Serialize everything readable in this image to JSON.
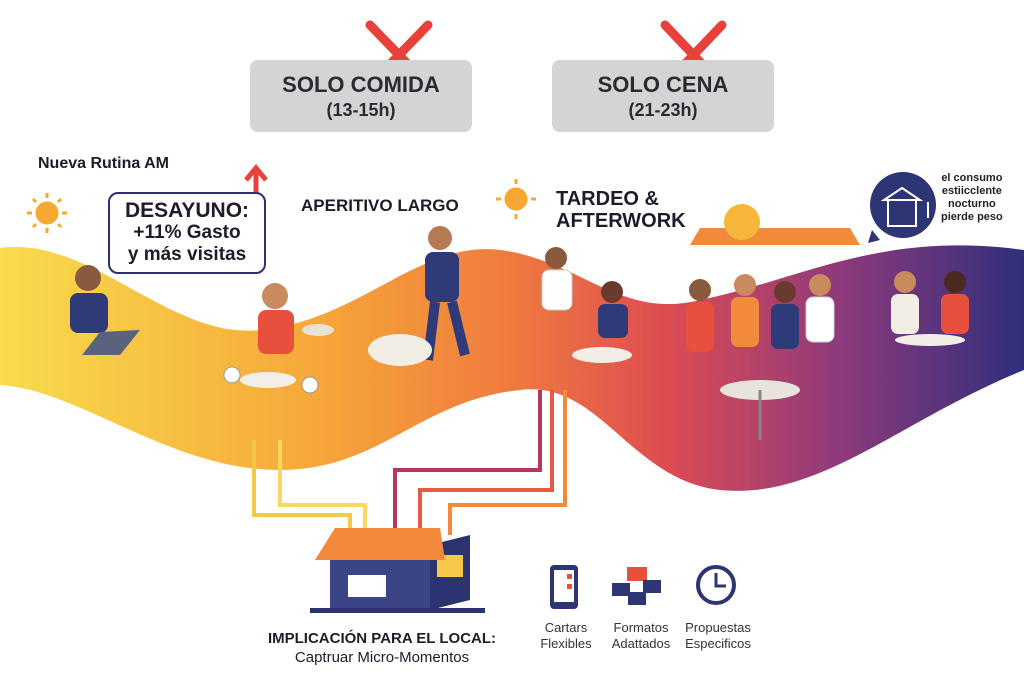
{
  "top_boxes": [
    {
      "title": "SOLO COMIDA",
      "hours": "(13-15h)"
    },
    {
      "title": "SOLO CENA",
      "hours": "(21-23h)"
    }
  ],
  "labels": {
    "morning": "Nueva Rutina AM",
    "aperitivo": "APERITIVO LARGO",
    "tardeo_line1": "TARDEO &",
    "tardeo_line2": "AFTERWORK"
  },
  "desayuno": {
    "line1": "DESAYUNO:",
    "line2": "+11% Gasto",
    "line3": "y más visitas"
  },
  "night_note": {
    "line1": "el consumo",
    "line2": "estiicclente",
    "line3": "nocturno",
    "line4": "pierde peso"
  },
  "implication": {
    "title": "IMPLICACIÓN PARA EL LOCAL:",
    "subtitle": "Captruar Micro-Momentos"
  },
  "features": [
    {
      "icon": "tablet-menu-icon",
      "line1": "Cartars",
      "line2": "Flexibles"
    },
    {
      "icon": "boxes-icon",
      "line1": "Formatos",
      "line2": "Adattados"
    },
    {
      "icon": "clock-icon",
      "line1": "Propuestas",
      "line2": "Especificos"
    }
  ],
  "colors": {
    "yellow": "#f7d84a",
    "orange": "#f39a3c",
    "red": "#e2504c",
    "purple": "#8a3a7c",
    "navy": "#2e2f7a",
    "cross": "#e8403a"
  }
}
